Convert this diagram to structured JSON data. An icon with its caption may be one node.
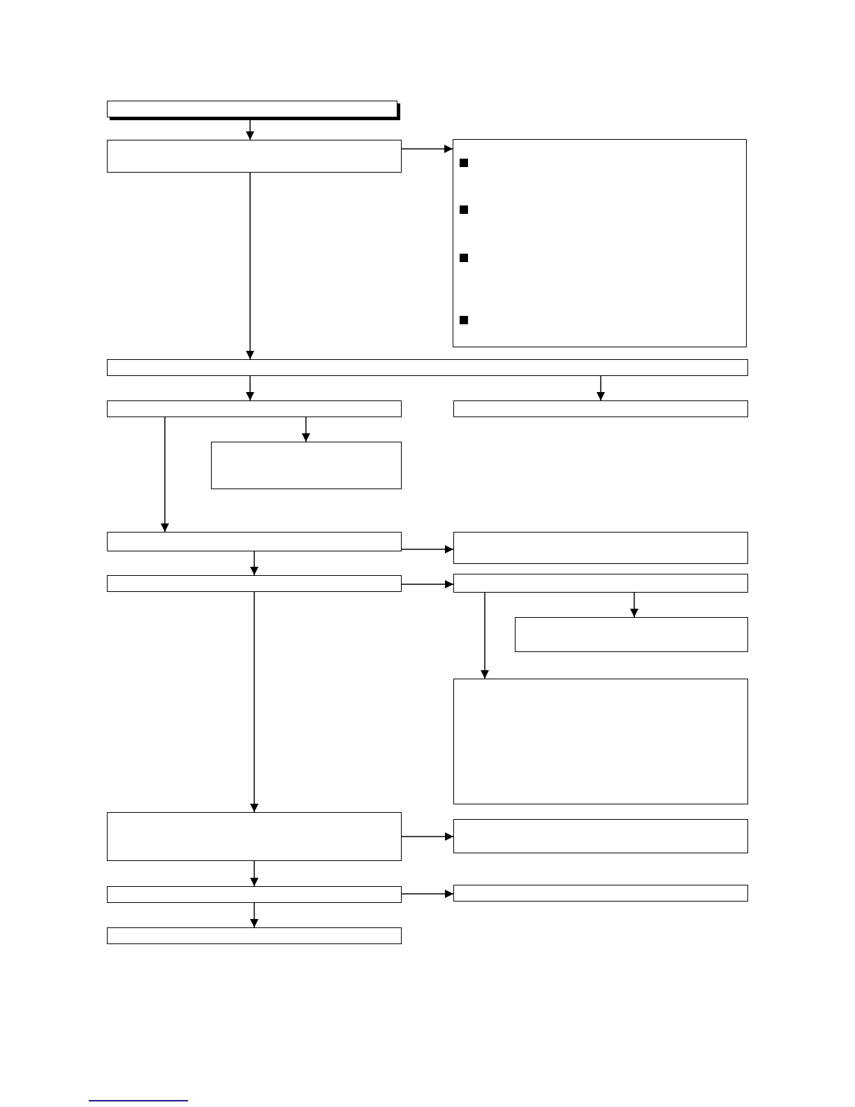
{
  "diagram": {
    "nodes": [
      {
        "text": [],
        "shape": "box"
      },
      {
        "text": [],
        "shape": "box"
      },
      {
        "text": [],
        "shape": "box"
      },
      {
        "text": [],
        "shape": "box"
      },
      {
        "text": [],
        "shape": "box"
      },
      {
        "text": [],
        "shape": "box"
      },
      {
        "text": [],
        "shape": "box"
      },
      {
        "text": [],
        "shape": "box"
      },
      {
        "text": [],
        "shape": "box"
      },
      {
        "text": [],
        "shape": "box"
      },
      {
        "text": [],
        "shape": "box"
      },
      {
        "text": [],
        "shape": "box"
      },
      {
        "text": [],
        "shape": "box"
      },
      {
        "text": [],
        "shape": "box"
      },
      {
        "text": [],
        "shape": "box"
      },
      {
        "text": [],
        "shape": "box"
      },
      {
        "text": [],
        "shape": "box"
      },
      {
        "text": [],
        "shape": "box"
      }
    ],
    "edges": [
      {
        "from": 0,
        "to": 1,
        "arrow": "to"
      },
      {
        "from": 1,
        "to": 2,
        "arrow": "to"
      },
      {
        "from": 1,
        "to": 3,
        "arrow": "to"
      },
      {
        "from": 3,
        "to": 4,
        "arrow": "to"
      },
      {
        "from": 3,
        "to": 5,
        "arrow": "to"
      },
      {
        "from": 4,
        "to": 6,
        "arrow": "to"
      },
      {
        "from": 4,
        "to": 7,
        "arrow": "to"
      },
      {
        "from": 7,
        "to": 8,
        "arrow": "to"
      },
      {
        "from": 7,
        "to": 9,
        "arrow": "to"
      },
      {
        "from": 9,
        "to": 10,
        "arrow": "to"
      },
      {
        "from": 10,
        "to": 11,
        "arrow": "to"
      },
      {
        "from": 10,
        "to": 12,
        "arrow": "to"
      },
      {
        "from": 9,
        "to": 13,
        "arrow": "to"
      },
      {
        "from": 13,
        "to": 14,
        "arrow": "to"
      },
      {
        "from": 13,
        "to": 15,
        "arrow": "to"
      },
      {
        "from": 15,
        "to": 16,
        "arrow": "to"
      },
      {
        "from": 15,
        "to": 17,
        "arrow": "to"
      }
    ]
  }
}
